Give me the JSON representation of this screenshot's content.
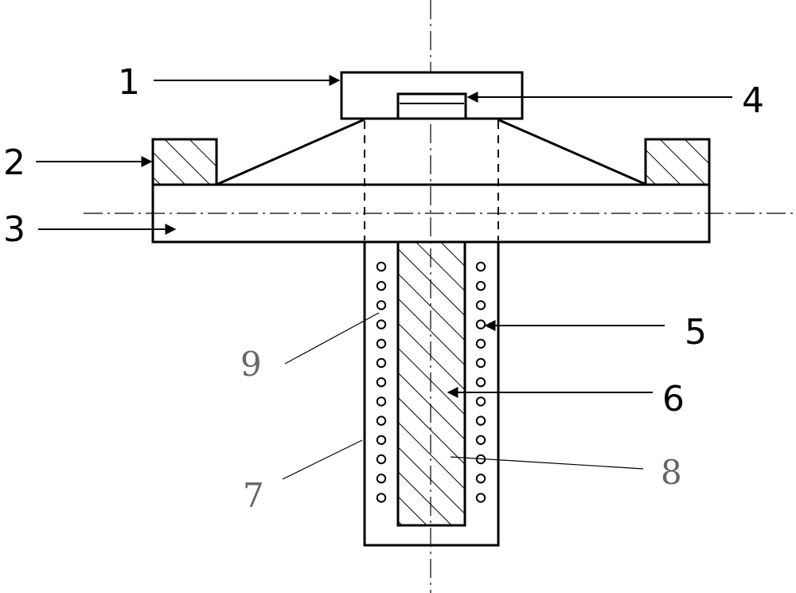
{
  "labels": [
    {
      "id": "1",
      "text": "1",
      "style": "sans"
    },
    {
      "id": "2",
      "text": "2",
      "style": "sans"
    },
    {
      "id": "3",
      "text": "3",
      "style": "sans"
    },
    {
      "id": "4",
      "text": "4",
      "style": "sans"
    },
    {
      "id": "5",
      "text": "5",
      "style": "sans"
    },
    {
      "id": "6",
      "text": "6",
      "style": "sans"
    },
    {
      "id": "7",
      "text": "7",
      "style": "serif"
    },
    {
      "id": "8",
      "text": "8",
      "style": "serif"
    },
    {
      "id": "9",
      "text": "9",
      "style": "serif"
    }
  ],
  "colors": {
    "line": "#000000",
    "background": "#ffffff",
    "serif_label": "#666666"
  }
}
